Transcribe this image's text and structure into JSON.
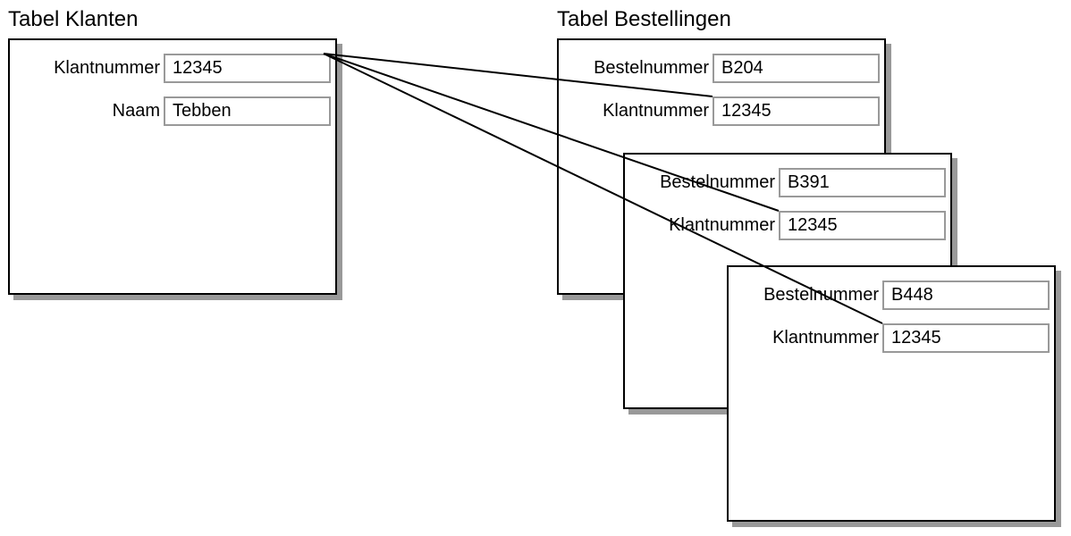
{
  "customers": {
    "title": "Tabel Klanten",
    "fields": [
      {
        "label": "Klantnummer",
        "value": "12345"
      },
      {
        "label": "Naam",
        "value": "Tebben"
      }
    ]
  },
  "orders": {
    "title": "Tabel Bestellingen",
    "records": [
      {
        "fields": [
          {
            "label": "Bestelnummer",
            "value": "B204"
          },
          {
            "label": "Klantnummer",
            "value": "12345"
          }
        ]
      },
      {
        "fields": [
          {
            "label": "Bestelnummer",
            "value": "B391"
          },
          {
            "label": "Klantnummer",
            "value": "12345"
          }
        ]
      },
      {
        "fields": [
          {
            "label": "Bestelnummer",
            "value": "B448"
          },
          {
            "label": "Klantnummer",
            "value": "12345"
          }
        ]
      }
    ]
  },
  "colors": {
    "border": "#000000",
    "field_border": "#999999",
    "shadow": "#999999"
  }
}
